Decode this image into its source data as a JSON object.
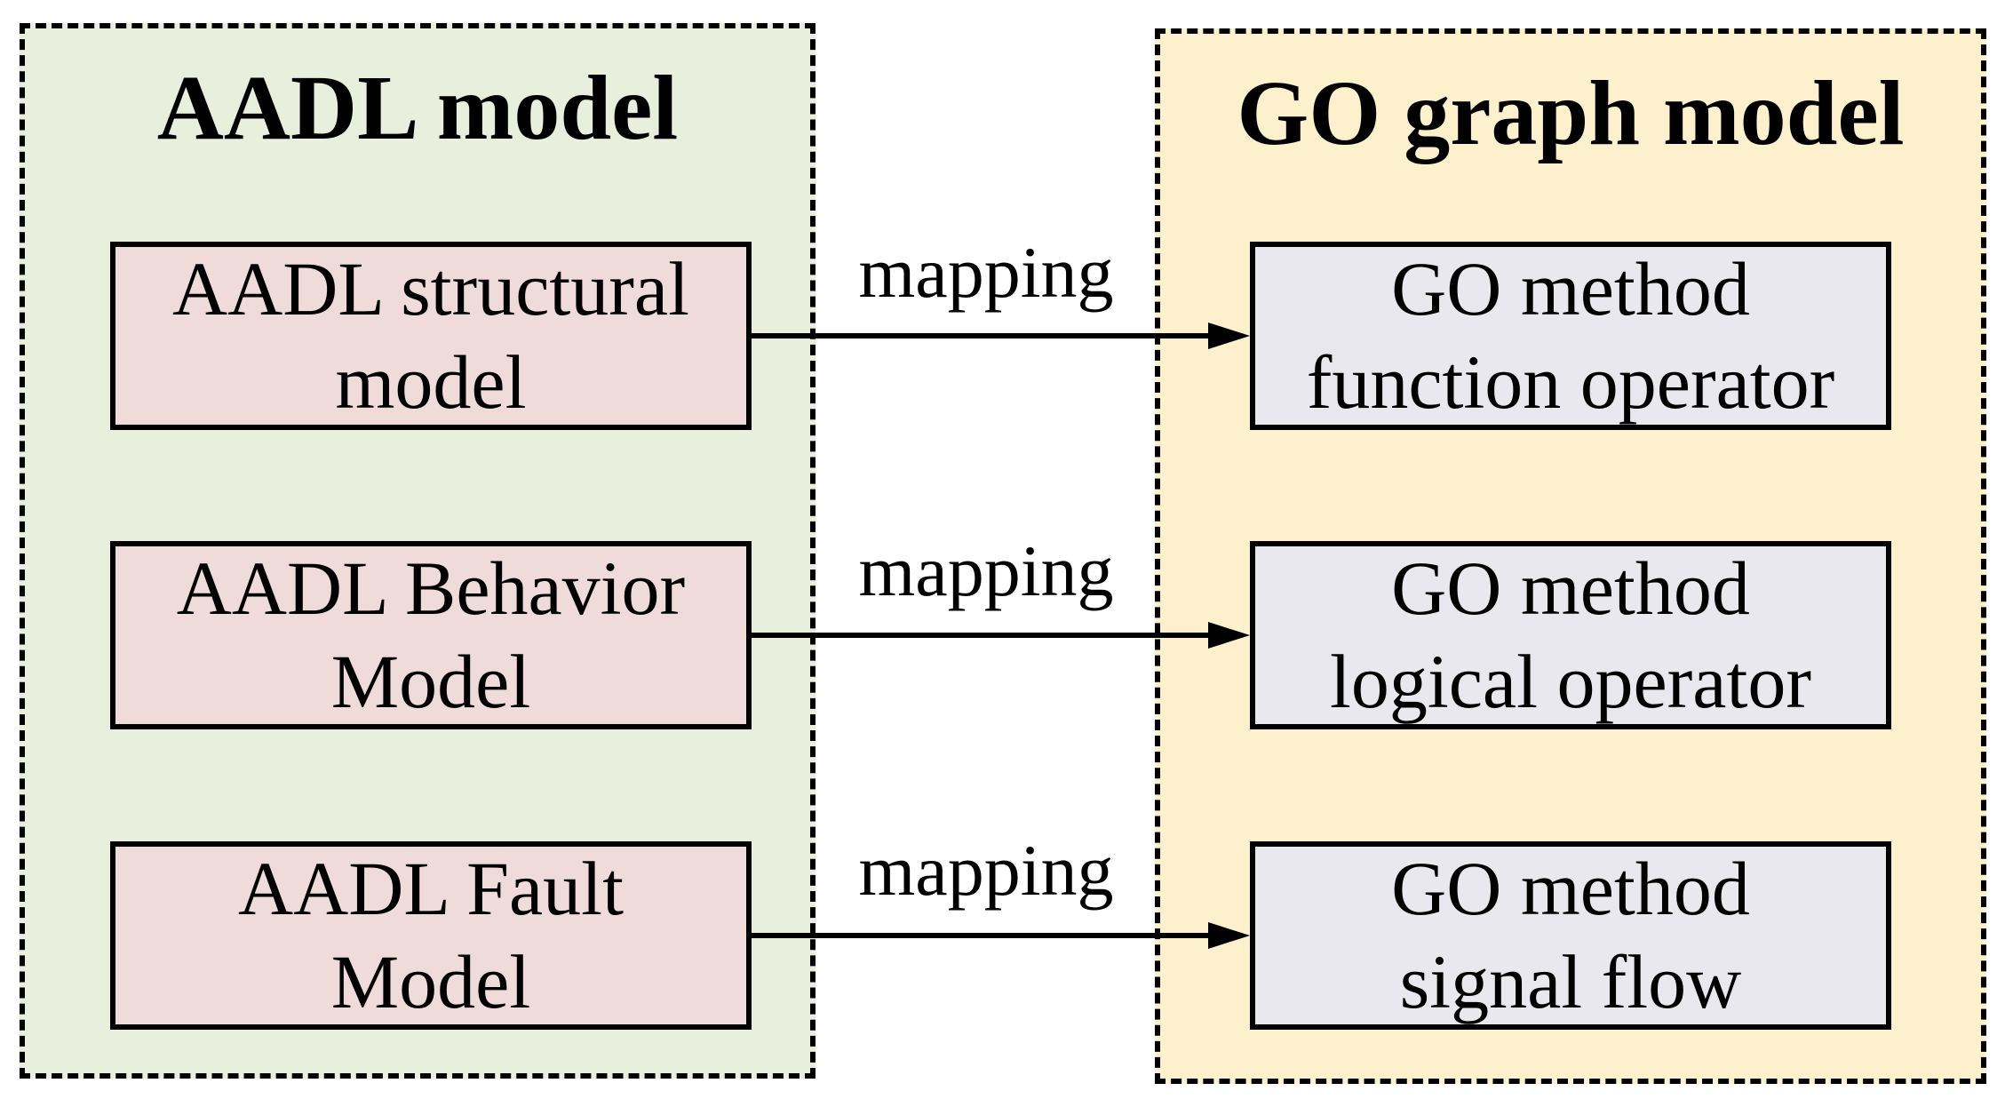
{
  "colors": {
    "left_panel_bg": "#e9efdd",
    "right_panel_bg": "#fdf0cc",
    "left_box_bg": "#efdbd9",
    "right_box_bg": "#eae8ef",
    "stroke": "#000000"
  },
  "left_panel": {
    "title": "AADL model",
    "boxes": [
      {
        "line1": "AADL structural",
        "line2": "model"
      },
      {
        "line1": "AADL Behavior",
        "line2": "Model"
      },
      {
        "line1": "AADL Fault",
        "line2": "Model"
      }
    ]
  },
  "right_panel": {
    "title": "GO graph model",
    "boxes": [
      {
        "line1": "GO method",
        "line2": "function operator"
      },
      {
        "line1": "GO method",
        "line2": "logical operator"
      },
      {
        "line1": "GO method",
        "line2": "signal flow"
      }
    ]
  },
  "edges": [
    {
      "from": "AADL structural model",
      "to": "GO method function operator",
      "label": "mapping"
    },
    {
      "from": "AADL Behavior Model",
      "to": "GO method logical operator",
      "label": "mapping"
    },
    {
      "from": "AADL Fault Model",
      "to": "GO method signal flow",
      "label": "mapping"
    }
  ]
}
